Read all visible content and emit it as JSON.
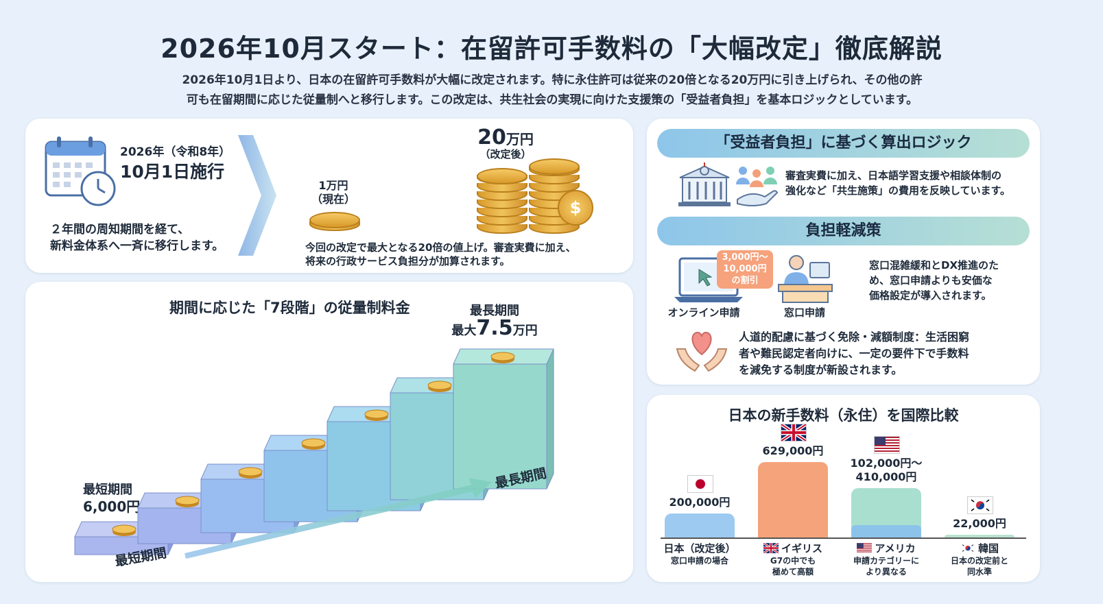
{
  "header": {
    "title": "2026年10月スタート：在留許可手数料の「大幅改定」徹底解説",
    "subtitle_line1": "2026年10月1日より、日本の在留許可手数料が大幅に改定されます。特に永住許可は従来の20倍となる20万円に引き上げられ、その他の許",
    "subtitle_line2": "可も在留期間に応じた従量制へと移行します。この改定は、共生社会の実現に向けた支援策の「受益者負担」を基本ロジックとしています。"
  },
  "schedule": {
    "era": "2026年（令和8年）",
    "date": "10月1日施行",
    "desc_line1": "２年間の周知期間を経て、",
    "desc_line2": "新料金体系へ一斉に移行します。",
    "current_amount": "1万円",
    "current_label": "（現在）",
    "new_amount_num": "20",
    "new_amount_unit": "万円",
    "new_label": "（改定後）",
    "note_line1": "今回の改定で最大となる20倍の値上げ。審査実費に加え、",
    "note_line2": "将来の行政サービス負担分が加算されます。"
  },
  "tiers": {
    "heading": "期間に応じた「7段階」の従量制料金",
    "max_label": "最長期間",
    "max_prefix": "最大",
    "max_value": "7.5",
    "max_unit": "万円",
    "min_label": "最短期間",
    "min_value": "6,000円",
    "arrow_start": "最短期間",
    "arrow_end": "最長期間",
    "levels": [
      1,
      2,
      3,
      4,
      5,
      6,
      7
    ]
  },
  "logic": {
    "heading": "「受益者負担」に基づく算出ロジック",
    "text_line1": "審査実費に加え、日本語学習支援や相談体制の",
    "text_line2": "強化など「共生施策」の費用を反映しています。"
  },
  "relief": {
    "heading": "負担軽減策",
    "discount_line1": "3,000円〜",
    "discount_line2": "10,000円",
    "discount_line3": "の割引",
    "online_label": "オンライン申請",
    "counter_label": "窓口申請",
    "online_text_line1": "窓口混雑緩和とDX推進のた",
    "online_text_line2": "め、窓口申請よりも安価な",
    "online_text_line3": "価格設定が導入されます。",
    "humanitarian_line1": "人道的配慮に基づく免除・減額制度：生活困窮",
    "humanitarian_line2": "者や難民認定者向けに、一定の要件下で手数料",
    "humanitarian_line3": "を減免する制度が新設されます。"
  },
  "comparison": {
    "heading": "日本の新手数料（永住）を国際比較",
    "ymax": 629000,
    "countries": [
      {
        "name": "日本（改定後）",
        "note1": "窓口申請の場合",
        "note2": "",
        "value_label": "200,000円",
        "value": 200000,
        "low": 200000,
        "color": "#9ccaf0",
        "flag": "jp"
      },
      {
        "name": "イギリス",
        "note1": "G7の中でも",
        "note2": "極めて高額",
        "value_label": "629,000円",
        "value": 629000,
        "low": 629000,
        "color": "#f4a37a",
        "flag": "uk"
      },
      {
        "name": "アメリカ",
        "note1": "申請カテゴリーに",
        "note2": "より異なる",
        "value_label": "102,000円〜",
        "value_label2": "410,000円",
        "value": 410000,
        "low": 102000,
        "color": "#a9dfcf",
        "flag": "us"
      },
      {
        "name": "韓国",
        "note1": "日本の改定前と",
        "note2": "同水準",
        "value_label": "22,000円",
        "value": 22000,
        "low": 22000,
        "color": "#b9e2cf",
        "flag": "kr"
      }
    ]
  }
}
